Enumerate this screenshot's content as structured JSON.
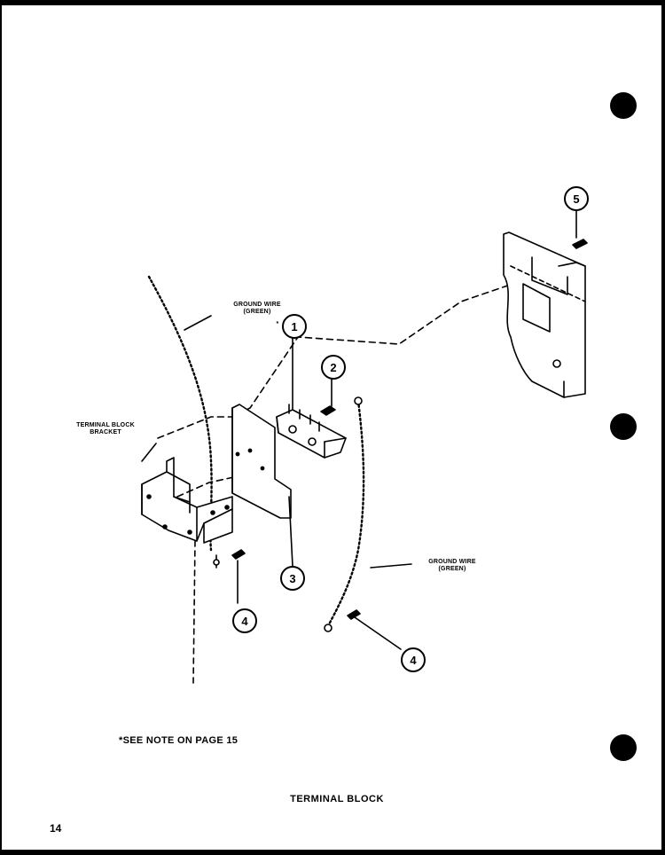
{
  "labels": {
    "ground_wire_top": "GROUND WIRE\n(GREEN)",
    "ground_wire_right": "GROUND WIRE\n(GREEN)",
    "terminal_block_bracket": "TERMINAL BLOCK\nBRACKET",
    "note": "*SEE NOTE ON PAGE 15",
    "caption": "TERMINAL BLOCK",
    "page_number": "14",
    "asterisk": "*"
  },
  "callouts": {
    "c1": "1",
    "c2": "2",
    "c3": "3",
    "c4a": "4",
    "c4b": "4",
    "c5": "5"
  },
  "colors": {
    "ink": "#000000",
    "paper": "#ffffff"
  }
}
